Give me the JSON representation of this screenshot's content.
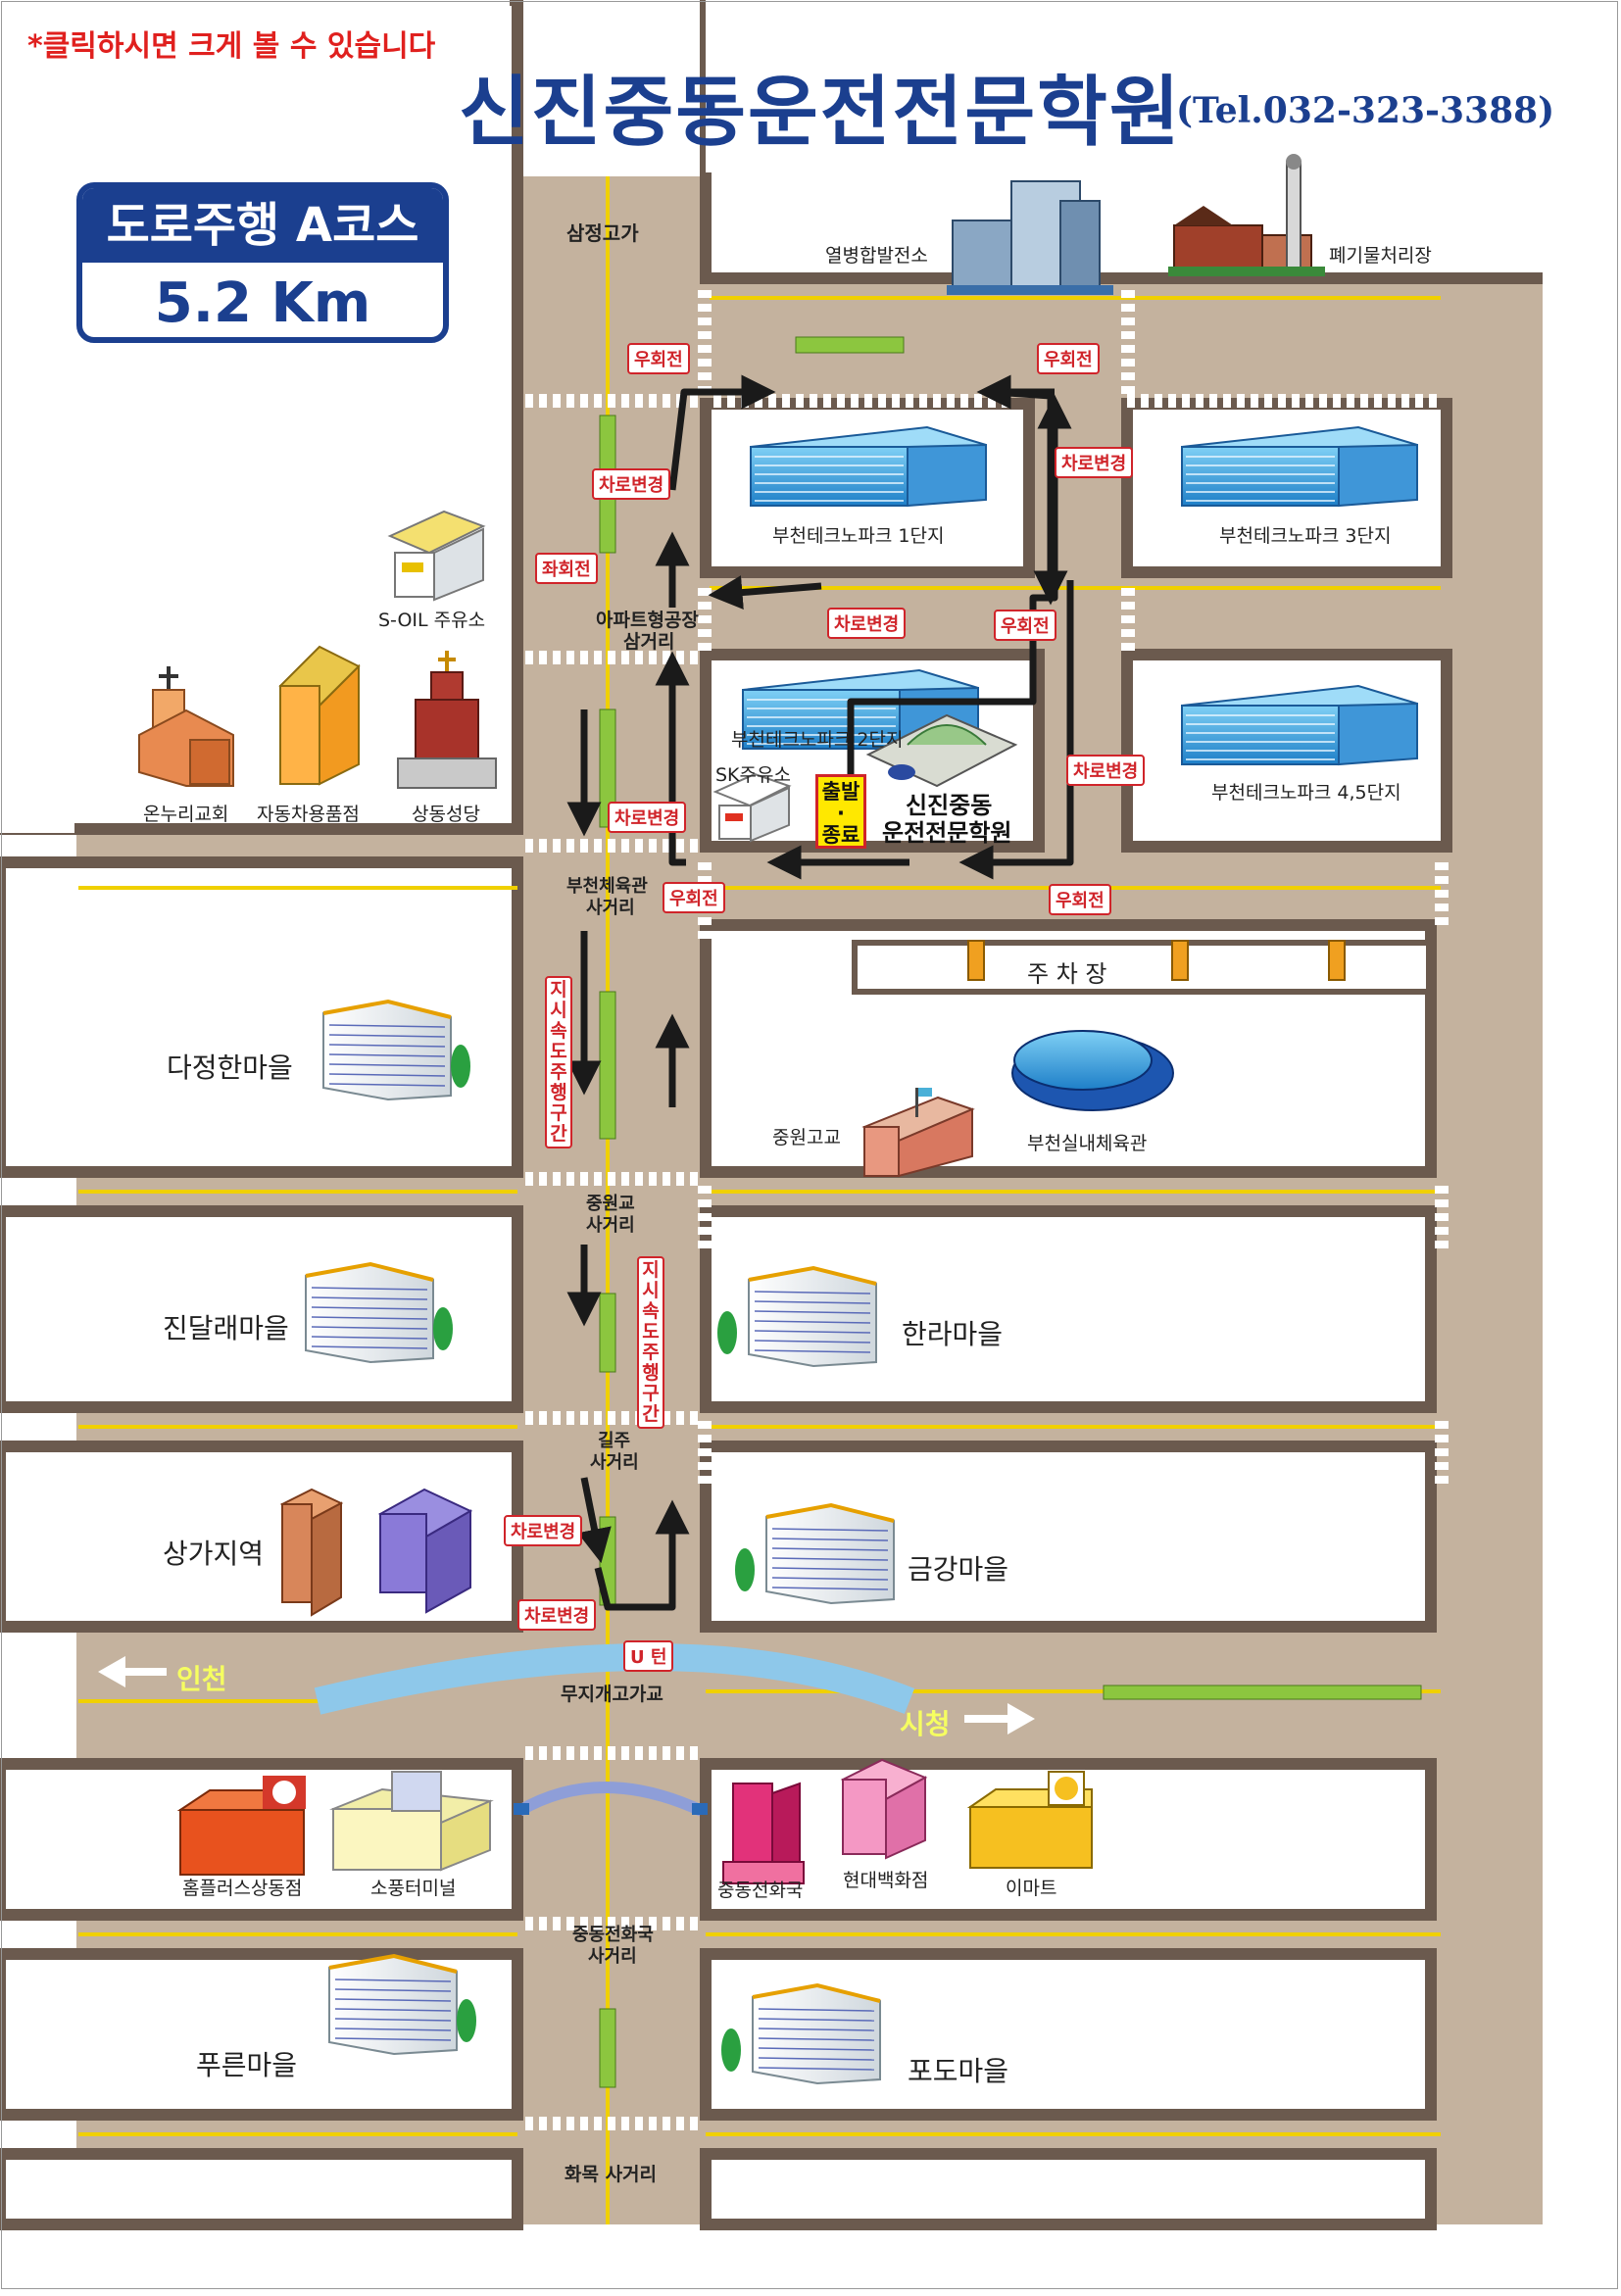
{
  "header": {
    "click_note": "*클릭하시면 크게 볼 수 있습니다",
    "title": "신진중동운전전문학원",
    "tel": "(Tel.032-323-3388)"
  },
  "course": {
    "name": "도로주행 A코스",
    "distance": "5.2 Km"
  },
  "labels": {
    "samjeong_overpass": "삼정고가",
    "power_plant": "열병합발전소",
    "waste_plant": "폐기물처리장",
    "technopark_1": "부천테크노파크 1단지",
    "technopark_2": "부천테크노파크 2단지",
    "technopark_3": "부천테크노파크 3단지",
    "technopark_45": "부천테크노파크 4,5단지",
    "s_oil": "S-OIL 주유소",
    "apt_factory_line1": "아파트형공장",
    "apt_factory_line2": "삼거리",
    "onnuri_church": "온누리교회",
    "car_supplies": "자동차용품점",
    "sangdong_cathedral": "상동성당",
    "sk_station": "SK주유소",
    "school_line1": "신진중동",
    "school_line2": "운전전문학원",
    "start_line1": "출발",
    "start_dot": "·",
    "start_line2": "종료",
    "gym_junction_line1": "부천체육관",
    "gym_junction_line2": "사거리",
    "parking": "주 차 장",
    "dajeong": "다정한마을",
    "jungwon_high": "중원고교",
    "indoor_gym": "부천실내체육관",
    "jungwongyo_line1": "중원교",
    "jungwongyo_line2": "사거리",
    "jindallae": "진달래마을",
    "halla": "한라마을",
    "gilju_line1": "길주",
    "gilju_line2": "사거리",
    "commercial": "상가지역",
    "geumgang": "금강마을",
    "incheon": "인천",
    "city_hall": "시청",
    "mujigae_overpass": "무지개고가교",
    "homeplus": "홈플러스상동점",
    "sopung_terminal": "소풍터미널",
    "jungdong_telecom": "중동전화국",
    "hyundai_dept": "현대백화점",
    "emart": "이마트",
    "telecom_junction_line1": "중동전화국",
    "telecom_junction_line2": "사거리",
    "pureun": "푸른마을",
    "podo": "포도마을",
    "hwamok": "화목 사거리"
  },
  "callouts": {
    "right_turn": "우회전",
    "left_turn": "좌회전",
    "lane_change": "차로변경",
    "u_turn": "U 턴",
    "speed_zone": "지시속도주행구간"
  },
  "colors": {
    "title_blue": "#1b3f8f",
    "note_red": "#e0201e",
    "road": "#c4b29e",
    "curb": "#6b5a4e",
    "center_line": "#f0d000",
    "median_green": "#8cc63f",
    "route_arrow": "#1a1a1a",
    "callout_red": "#d0242a"
  },
  "icons": [
    "church-icon",
    "store-icon",
    "cathedral-icon",
    "gas-station-icon",
    "factory-icon",
    "office-building-icon",
    "apartment-icon",
    "tree-icon",
    "school-icon",
    "stadium-icon",
    "department-store-icon",
    "parking-icon"
  ]
}
